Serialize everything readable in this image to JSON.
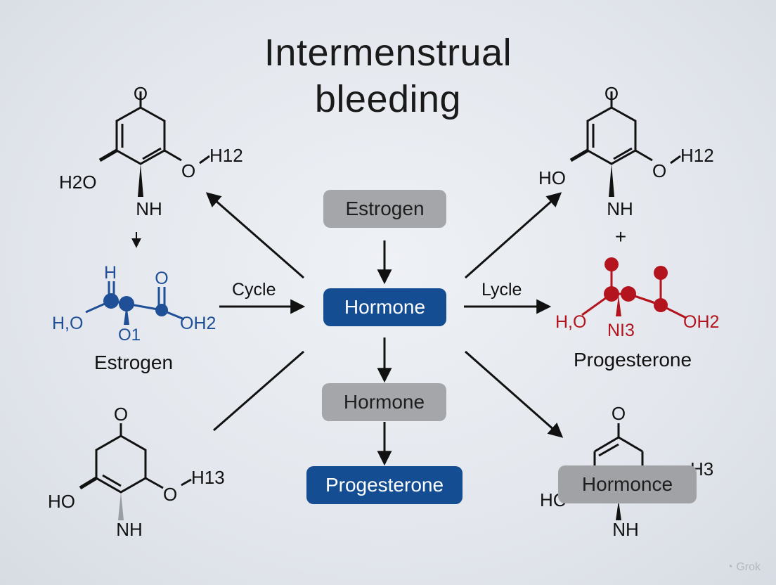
{
  "title_line1": "Intermenstrual",
  "title_line2": "bleeding",
  "boxes": {
    "estrogen": "Estrogen",
    "hormone_center": "Hormone",
    "hormone_mid": "Hormone",
    "progesterone": "Progesterone",
    "hormonce": "Hormonce"
  },
  "edge_labels": {
    "cycle": "Cycle",
    "lycle": "Lycle"
  },
  "captions": {
    "left": "Estrogen",
    "right": "Progesterone"
  },
  "molecules": {
    "top_left": {
      "o_top": "O",
      "h2o": "H2O",
      "o_right": "O",
      "h12": "H12",
      "nh": "NH"
    },
    "mid_left": {
      "h": "H",
      "o": "O",
      "ho": "H,O",
      "o1": "O1",
      "oh2": "OH2"
    },
    "bottom_left": {
      "o_top": "O",
      "ho": "HO",
      "o_right": "O",
      "h13": "H13",
      "nh": "NH"
    },
    "top_right": {
      "o_top": "O",
      "ho": "HO",
      "o_right": "O",
      "h12": "H12",
      "nh": "NH",
      "plus": "+"
    },
    "mid_right": {
      "ho": "H,O",
      "nh3": "NI3",
      "oh2": "OH2"
    },
    "bottom_right": {
      "o_top": "O",
      "h3": "H3",
      "hc": "HC",
      "nh": "NH"
    }
  },
  "watermark": "Grok",
  "colors": {
    "grey_box": "#a4a6aa",
    "blue_box": "#144d92",
    "blue_molecule": "#1f4f96",
    "red_molecule": "#b3141e"
  }
}
